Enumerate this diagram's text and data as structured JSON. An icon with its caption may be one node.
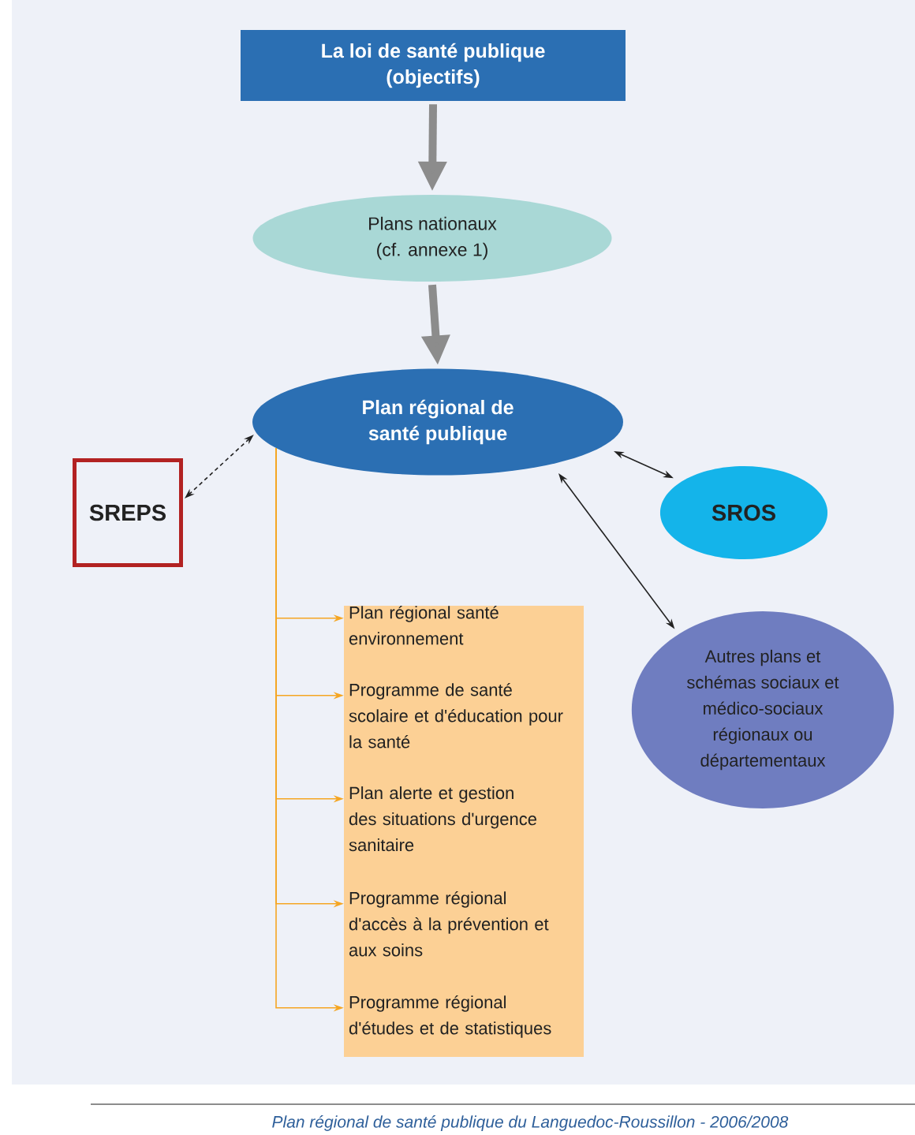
{
  "diagram": {
    "nodes": [
      {
        "text": [
          "La loi de santé publique (objectifs)"
        ]
      },
      {
        "text": [
          "Plans nationaux (cf. annexe 1)"
        ]
      },
      {
        "text": [
          "Plan régional de santé publique"
        ]
      },
      {
        "text": [
          "SREPS"
        ]
      },
      {
        "text": [
          "SROS"
        ]
      },
      {
        "text": [
          "Autres plans et schémas sociaux et médico-sociaux régionaux ou départementaux"
        ]
      },
      {
        "text": [],
        "shape": "box"
      },
      {
        "text": [
          "Plan régional santé environnement"
        ],
        "in": 6
      },
      {
        "text": [
          "Programme de santé scolaire et d'éducation pour la santé"
        ],
        "in": 6
      },
      {
        "text": [
          "Plan alerte et gestion des situations d'urgence sanitaire"
        ],
        "in": 6
      },
      {
        "text": [
          "Programme régional d'accès à la prévention et aux soins"
        ],
        "in": 6
      },
      {
        "text": [
          "Programme régional d'études et de statistiques"
        ],
        "in": 6
      }
    ],
    "edges": [
      {
        "from": 0,
        "to": 1,
        "arrow": "to",
        "style": "thick",
        "color": "#8c8c8c"
      },
      {
        "from": 1,
        "to": 2,
        "arrow": "to",
        "style": "thick",
        "color": "#8c8c8c"
      },
      {
        "from": 2,
        "to": 3,
        "arrow": "both",
        "style": "dashed",
        "color": "#222222"
      },
      {
        "from": 2,
        "to": 4,
        "arrow": "both",
        "color": "#222222"
      },
      {
        "from": 2,
        "to": 5,
        "arrow": "both",
        "color": "#222222"
      },
      {
        "from": 2,
        "to": 7,
        "arrow": "to"
      },
      {
        "from": 2,
        "to": 8,
        "arrow": "to"
      },
      {
        "from": 2,
        "to": 9,
        "arrow": "to"
      },
      {
        "from": 2,
        "to": 10,
        "arrow": "to"
      },
      {
        "from": 2,
        "to": 11,
        "arrow": "to"
      }
    ],
    "caption": "Plan régional de santé publique du Languedoc-Roussillon - 2006/2008"
  }
}
